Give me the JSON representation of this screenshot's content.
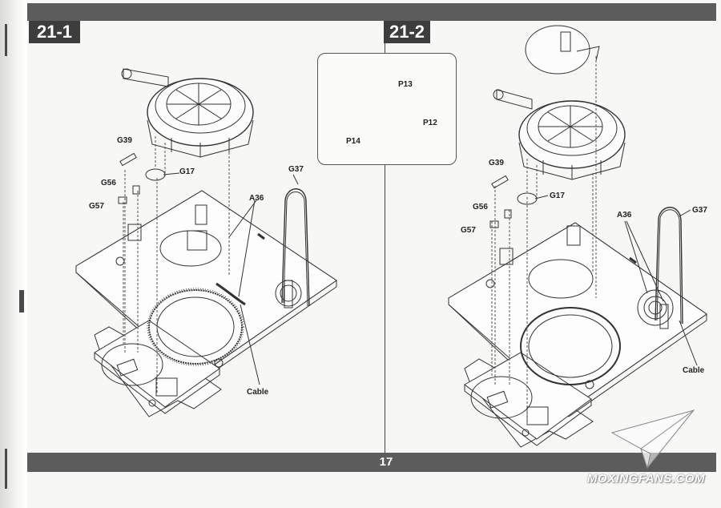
{
  "steps": {
    "left": "21-1",
    "right": "21-2"
  },
  "page_number": "17",
  "callout": {
    "parts": [
      "P13",
      "P12",
      "P14"
    ]
  },
  "left_labels": {
    "g39": "G39",
    "g17": "G17",
    "g56": "G56",
    "g57": "G57",
    "a36": "A36",
    "g37": "G37",
    "cable": "Cable"
  },
  "right_labels": {
    "g39": "G39",
    "g17": "G17",
    "g56": "G56",
    "g57": "G57",
    "a36": "A36",
    "g37": "G37",
    "cable": "Cable"
  },
  "watermark": "MOXINGFANS.COM",
  "colors": {
    "bar": "#5c5c5c",
    "label_bg": "#3d3d3d",
    "line": "#333333",
    "paper": "#f7f7f5"
  }
}
